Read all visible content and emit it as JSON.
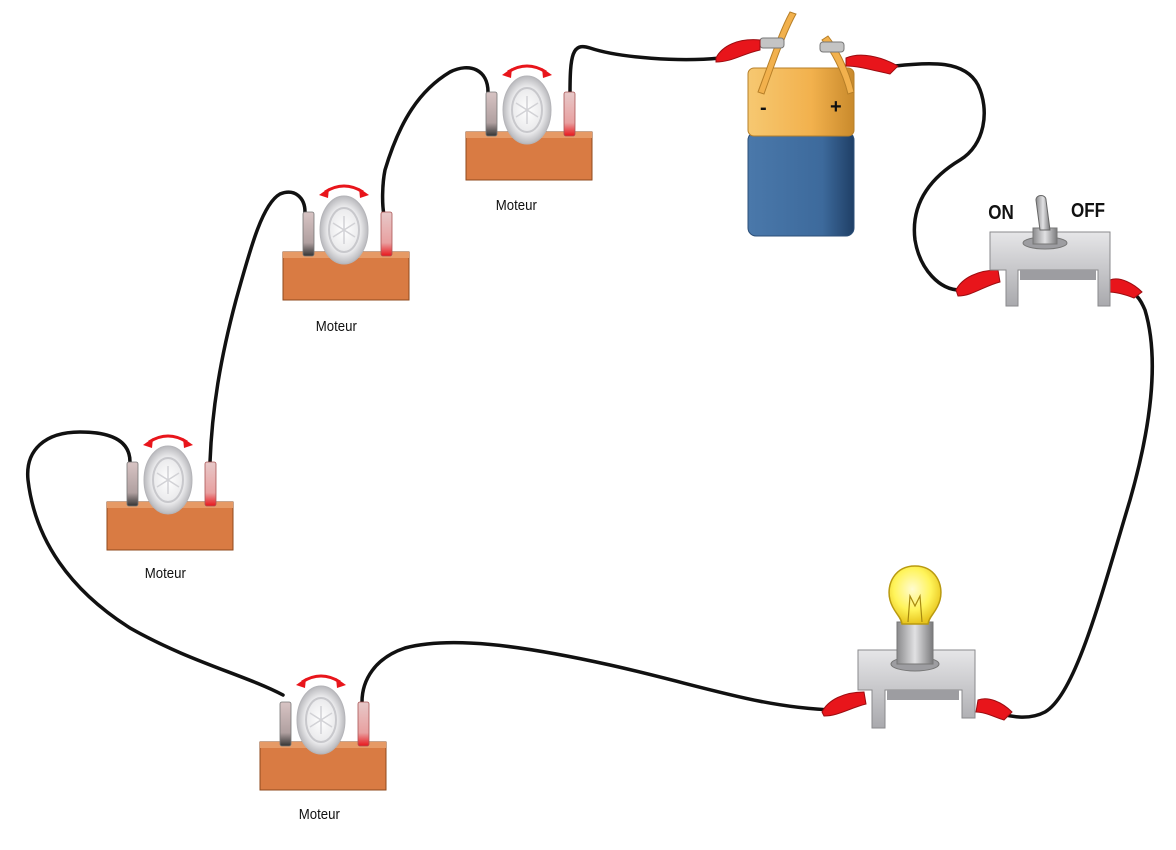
{
  "motor_label": "Moteur",
  "motors": [
    {
      "label": "Moteur"
    },
    {
      "label": "Moteur"
    },
    {
      "label": "Moteur"
    },
    {
      "label": "Moteur"
    }
  ],
  "battery": {
    "minus": "-",
    "plus": "+"
  },
  "switch": {
    "on": "ON",
    "off": "OFF"
  },
  "colors": {
    "wire": "#111111",
    "clip": "#e8151b",
    "motor_base": "#d97b43",
    "battery_top": "#f2b14d",
    "battery_body": "#3d6a9c",
    "metal": "#c9c9cb",
    "bulb": "#fff45a"
  },
  "icons": [
    "motor-icon",
    "battery-icon",
    "switch-icon",
    "bulb-icon",
    "alligator-clip-icon",
    "rotation-arrow-icon"
  ]
}
